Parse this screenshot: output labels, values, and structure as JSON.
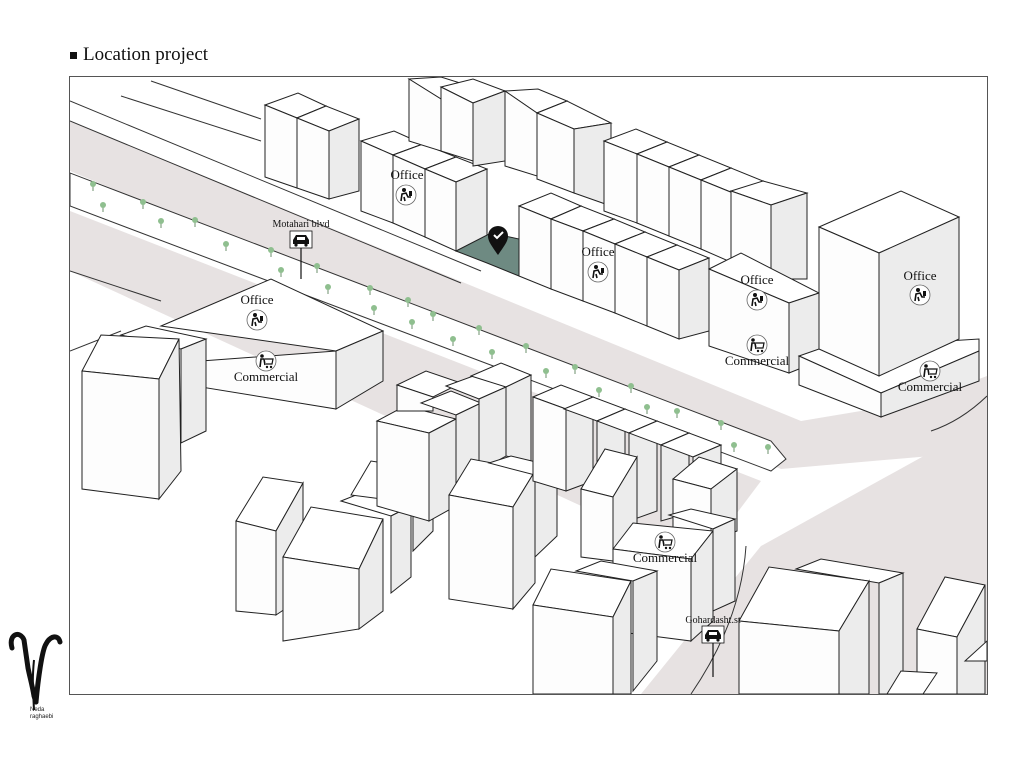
{
  "title": "Location project",
  "labels": {
    "office": "Office",
    "commercial": "Commercial",
    "street_motahari": "Motahari blvd",
    "street_goohardasht": "Gohardasht.st"
  },
  "author": {
    "line1": "Neda",
    "line2": "raghaebi"
  },
  "icons": {
    "office": "office-worker-icon",
    "commercial": "shopping-cart-icon",
    "street": "car-icon",
    "site": "location-pin-icon"
  },
  "colors": {
    "road": "#e7e2e2",
    "site": "#6e8a82",
    "tree": "#8fbf8f",
    "tree_trunk": "#6b8f6b",
    "pin": "#111111"
  }
}
